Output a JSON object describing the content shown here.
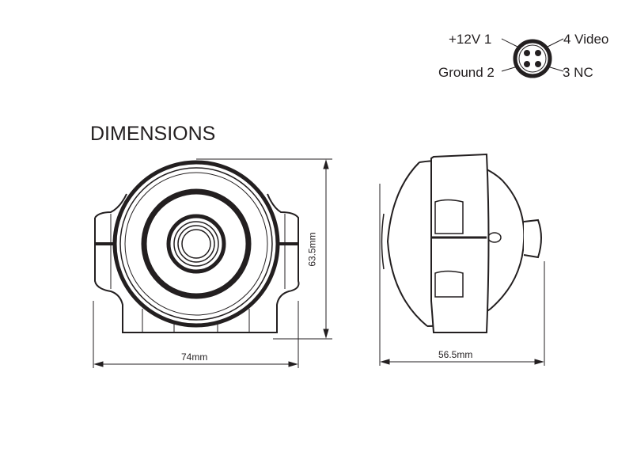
{
  "title": "DIMENSIONS",
  "pinout": {
    "pin1": "+12V 1",
    "pin2": "Ground 2",
    "pin3": "3  NC",
    "pin4": "4 Video"
  },
  "dimensions": {
    "front_width": "74mm",
    "front_height": "63.5mm",
    "side_depth": "56.5mm"
  },
  "colors": {
    "line": "#231f20"
  }
}
